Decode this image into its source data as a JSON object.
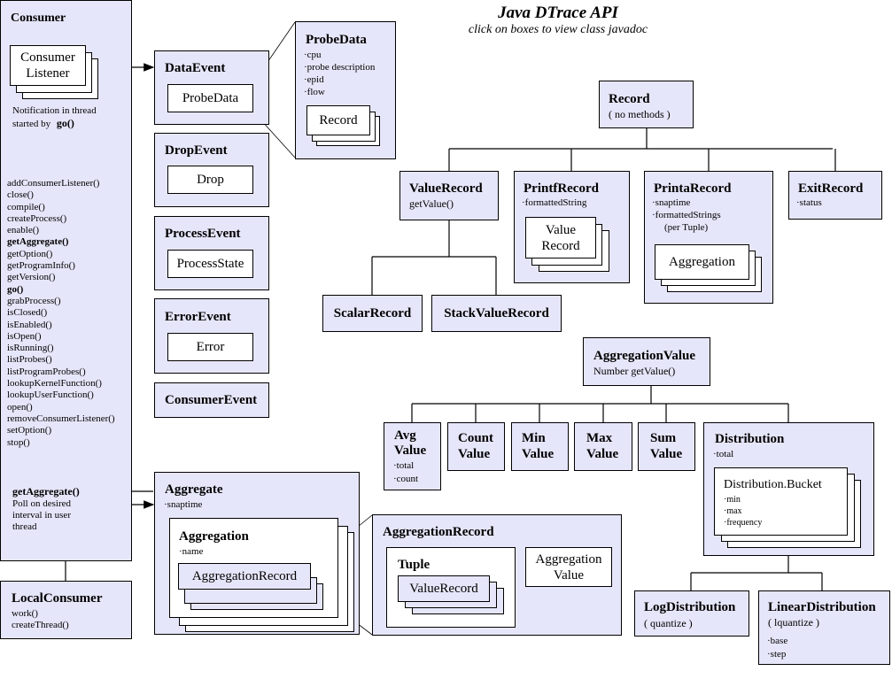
{
  "header": {
    "title": "Java DTrace API",
    "subtitle": "click on boxes to view class javadoc"
  },
  "consumer": {
    "title": "Consumer",
    "listener_label_line1": "Consumer",
    "listener_label_line2": "Listener",
    "notification_line1": "Notification in thread",
    "notification_line2_prefix": "started by",
    "notification_line2_method": "go()",
    "methods": [
      {
        "name": "addConsumerListener()",
        "bold": false
      },
      {
        "name": "close()",
        "bold": false
      },
      {
        "name": "compile()",
        "bold": false
      },
      {
        "name": "createProcess()",
        "bold": false
      },
      {
        "name": "enable()",
        "bold": false
      },
      {
        "name": "getAggregate()",
        "bold": true
      },
      {
        "name": "getOption()",
        "bold": false
      },
      {
        "name": "getProgramInfo()",
        "bold": false
      },
      {
        "name": "getVersion()",
        "bold": false
      },
      {
        "name": "go()",
        "bold": true
      },
      {
        "name": "grabProcess()",
        "bold": false
      },
      {
        "name": "isClosed()",
        "bold": false
      },
      {
        "name": "isEnabled()",
        "bold": false
      },
      {
        "name": "isOpen()",
        "bold": false
      },
      {
        "name": "isRunning()",
        "bold": false
      },
      {
        "name": "listProbes()",
        "bold": false
      },
      {
        "name": "listProgramProbes()",
        "bold": false
      },
      {
        "name": "lookupKernelFunction()",
        "bold": false
      },
      {
        "name": "lookupUserFunction()",
        "bold": false
      },
      {
        "name": "open()",
        "bold": false
      },
      {
        "name": "removeConsumerListener()",
        "bold": false
      },
      {
        "name": "setOption()",
        "bold": false
      },
      {
        "name": "stop()",
        "bold": false
      }
    ],
    "poll_method": "getAggregate()",
    "poll_line1": "Poll on desired",
    "poll_line2": "interval in user",
    "poll_line3": "thread"
  },
  "local_consumer": {
    "title": "LocalConsumer",
    "methods": [
      "work()",
      "createThread()"
    ]
  },
  "events": {
    "data_event": {
      "title": "DataEvent",
      "inner": "ProbeData"
    },
    "drop_event": {
      "title": "DropEvent",
      "inner": "Drop"
    },
    "process_event": {
      "title": "ProcessEvent",
      "inner": "ProcessState"
    },
    "error_event": {
      "title": "ErrorEvent",
      "inner": "Error"
    },
    "consumer_event": {
      "title": "ConsumerEvent"
    }
  },
  "probe_data": {
    "title": "ProbeData",
    "fields": [
      "cpu",
      "probe description",
      "epid",
      "flow"
    ],
    "inner": "Record"
  },
  "record": {
    "title": "Record",
    "subtitle": "( no methods )"
  },
  "value_record": {
    "title": "ValueRecord",
    "subtitle": "getValue()"
  },
  "printf_record": {
    "title": "PrintfRecord",
    "fields": [
      "formattedString"
    ],
    "inner_line1": "Value",
    "inner_line2": "Record"
  },
  "printa_record": {
    "title": "PrintaRecord",
    "fields": [
      "snaptime",
      "formattedStrings"
    ],
    "fields_note": "(per Tuple)",
    "inner": "Aggregation"
  },
  "exit_record": {
    "title": "ExitRecord",
    "fields": [
      "status"
    ]
  },
  "scalar_record": {
    "title": "ScalarRecord"
  },
  "stack_value_record": {
    "title": "StackValueRecord"
  },
  "aggregation_value": {
    "title": "AggregationValue",
    "subtitle": "Number getValue()"
  },
  "avg_value": {
    "line1": "Avg",
    "line2": "Value",
    "fields": [
      "total",
      "count"
    ]
  },
  "count_value": {
    "line1": "Count",
    "line2": "Value"
  },
  "min_value": {
    "line1": "Min",
    "line2": "Value"
  },
  "max_value": {
    "line1": "Max",
    "line2": "Value"
  },
  "sum_value": {
    "line1": "Sum",
    "line2": "Value"
  },
  "distribution": {
    "title": "Distribution",
    "fields": [
      "total"
    ],
    "bucket_title": "Distribution.Bucket",
    "bucket_fields": [
      "min",
      "max",
      "frequency"
    ]
  },
  "log_distribution": {
    "title": "LogDistribution",
    "subtitle": "( quantize )"
  },
  "linear_distribution": {
    "title": "LinearDistribution",
    "subtitle": "( lquantize )",
    "fields": [
      "base",
      "step"
    ]
  },
  "aggregate": {
    "title": "Aggregate",
    "fields": [
      "snaptime"
    ],
    "aggregation_title": "Aggregation",
    "aggregation_fields": [
      "name"
    ],
    "inner": "AggregationRecord"
  },
  "aggregation_record": {
    "title": "AggregationRecord",
    "tuple_title": "Tuple",
    "tuple_inner": "ValueRecord",
    "value_line1": "Aggregation",
    "value_line2": "Value"
  }
}
